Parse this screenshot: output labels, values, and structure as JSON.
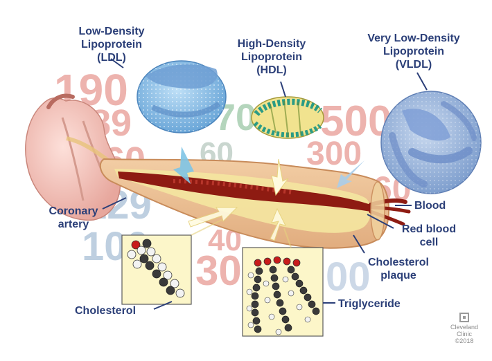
{
  "labels": {
    "ldl": [
      "Low-Density",
      "Lipoprotein",
      "(LDL)"
    ],
    "hdl": [
      "High-Density",
      "Lipoprotein",
      "(HDL)"
    ],
    "vldl": [
      "Very Low-Density",
      "Lipoprotein",
      "(VLDL)"
    ],
    "coronary_artery": [
      "Coronary",
      "artery"
    ],
    "blood": "Blood",
    "red_blood_cell": [
      "Red blood",
      "cell"
    ],
    "cholesterol_plaque": [
      "Cholesterol",
      "plaque"
    ],
    "cholesterol": "Cholesterol",
    "triglyceride": "Triglyceride"
  },
  "background_numbers": {
    "red": [
      "190",
      "500",
      "300",
      "300",
      "60",
      "89",
      "40"
    ],
    "green": [
      "70",
      "60"
    ],
    "blue": [
      "129",
      "100",
      "00",
      "60"
    ]
  },
  "brand": {
    "name_line1": "Cleveland",
    "name_line2": "Clinic",
    "copyright": "©2018"
  },
  "colors": {
    "label_text": "#2b3f78",
    "leader_line": "#2b3f78",
    "artery_wall": "#e8b98a",
    "blood": "#8e1b12",
    "plaque": "#f4e5a0",
    "bg_number_red": "#e79a94",
    "bg_number_green": "#9cc8a6",
    "bg_number_blue": "#a9bfd6"
  }
}
